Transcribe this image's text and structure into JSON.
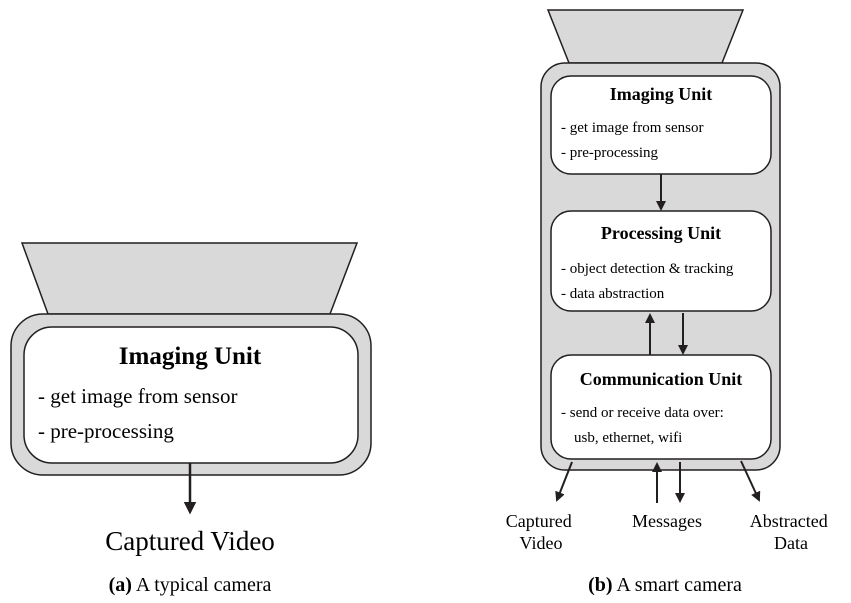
{
  "figure": {
    "panel_a": {
      "unit": {
        "title": "Imaging Unit",
        "lines": [
          "- get image from sensor",
          "- pre-processing"
        ]
      },
      "output_label": "Captured Video",
      "caption": {
        "letter": "(a)",
        "text": " A typical camera"
      }
    },
    "panel_b": {
      "imaging_unit": {
        "title": "Imaging Unit",
        "lines": [
          "- get image from sensor",
          "- pre-processing"
        ]
      },
      "processing_unit": {
        "title": "Processing Unit",
        "lines": [
          "- object detection & tracking",
          "- data abstraction"
        ]
      },
      "communication_unit": {
        "title": "Communication Unit",
        "lines": [
          "- send or receive data over:",
          "usb, ethernet, wifi"
        ]
      },
      "outputs": {
        "captured_video": [
          "Captured",
          "Video"
        ],
        "messages": "Messages",
        "abstracted_data": [
          "Abstracted",
          "Data"
        ]
      },
      "caption": {
        "letter": "(b)",
        "text": " A smart camera"
      }
    }
  },
  "colors": {
    "housing_fill": "#d9d9d9",
    "box_fill": "#ffffff",
    "stroke": "#231f20"
  }
}
